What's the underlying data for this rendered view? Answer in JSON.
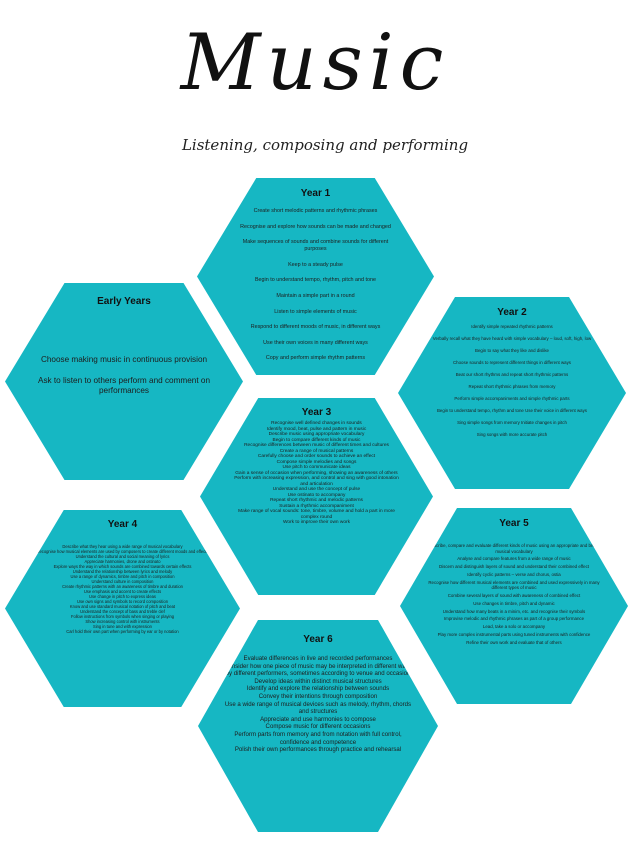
{
  "header": {
    "title": "Music",
    "subtitle": "Listening, composing and performing"
  },
  "theme": {
    "hex_color": "#16b7c3"
  },
  "year1": {
    "heading": "Year 1",
    "items": [
      "Create short melodic patterns and rhythmic phrases",
      "Recognise and explore how sounds can be made and changed",
      "Make sequences of sounds and combine sounds for different purposes",
      "Keep to a steady pulse",
      "Begin to understand tempo, rhythm, pitch and tone",
      "Maintain a simple part in a round",
      "Listen to simple elements of music",
      "Respond to different moods of music, in different ways",
      "Use their own voices in many different ways",
      "Copy and perform simple rhythm patterns"
    ]
  },
  "early_years": {
    "heading": "Early Years",
    "items": [
      "Choose making music in continuous provision",
      "Ask to listen to others perform and comment on performances"
    ]
  },
  "year2": {
    "heading": "Year 2",
    "items": [
      "Identify simple repeated rhythmic patterns",
      "Verbally recall what they have heard with simple vocabulary – loud, soft, high, low",
      "Begin to say what they like and dislike",
      "Choose sounds to represent different things in different ways",
      "Beat our short rhythms and repeat short rhythmic patterns",
      "Repeat short rhythmic phrases from memory",
      "Perform simple accompaniments and simple rhythmic parts",
      "Begin to understand tempo, rhythm and tone Use their voice in different ways",
      "Sing simple songs from memory Initiate changes in pitch",
      "Sing songs with more accurate pitch"
    ]
  },
  "year3": {
    "heading": "Year 3",
    "items": [
      "Recognise well defined changes in sounds",
      "Identify mood, beat, pulse and pattern in music",
      "Describe music using appropriate vocabulary",
      "Begin to compare different kinds of music",
      "Recognise differences between music of different times and cultures",
      "Create a range of musical patterns",
      "Carefully choose and order sounds to achieve an effect",
      "Compose simple melodies and songs",
      "Use pitch to communicate ideas",
      "Gain a sense of occasion when performing, showing an awareness of others",
      "Perform with increasing expression, and control and sing with good intonation and articulation",
      "Understand and use the concept of pulse",
      "Use ostinato to accompany",
      "Repeat short rhythmic and melodic patterns",
      "Sustain a rhythmic accompaniment",
      "Make range of vocal sounds: tone, timbre, volume and hold a part in more complex round",
      "Work to improve their own work"
    ]
  },
  "year4": {
    "heading": "Year 4",
    "items": [
      "Describe what they hear using a wide range of musical vocabulary",
      "Recognise how musical elements are used by composers to create different moods and effects",
      "Understand the cultural and social meaning of lyrics",
      "Appreciate harmonies, drone and ostinato",
      "Explore ways the way in which sounds are combined towards certain effects",
      "Understand the relationship between lyrics and melody",
      "Use a range of dynamics, timbre and pitch in composition",
      "Understand culture in composition",
      "Create rhythmic patterns with an awareness of timbre and duration",
      "Use emphasis and accent to create effects",
      "Use change in pitch to express ideas",
      "Use own signs and symbols to record composition",
      "Know and use standard musical notation of pitch and beat",
      "Understand the concept of bass and treble clef",
      "Follow instructions from symbols when singing or playing",
      "Show increasing control with instruments",
      "Sing in tune and with expression",
      "Carl hold their own part when performing by ear or by notation"
    ]
  },
  "year5": {
    "heading": "Year 5",
    "items": [
      "Describe, compare and evaluate different kinds of music using an appropriate and broad musical vocabulary",
      "Analyse and compare features from a wide range of music",
      "Discern and distinguish layers of sound and understand their combined effect",
      "Identify cyclic patterns – verse and chorus, ostia",
      "Recognise how different musical elements are combined and used expressively in many different types of music",
      "Combine several layers of sound with awareness of combined effect",
      "Use changes in timbre, pitch and dynamic",
      "Understand how many beats in a minim, etc. and recognise their symbols",
      "Improvise melodic and rhythmic phrases as part of a group performance",
      "Lead, take a solo or accompany",
      "Play more complex instrumental parts using tuned instruments with confidence",
      "Refine their own work and evaluate that of others"
    ]
  },
  "year6": {
    "heading": "Year 6",
    "items": [
      "Evaluate differences in live and recorded performances",
      "Consider how one piece of music may be interpreted in different ways by different performers, sometimes according to venue and occasion",
      "Develop ideas within distinct musical structures",
      "Identify and explore the relationship between sounds",
      "Convey their intentions through composition",
      "Use a wide range of musical devices such as melody, rhythm, chords and structures",
      "Appreciate and use harmonies to compose",
      "Compose music for different occasions",
      "Perform parts from memory and from notation with full control, confidence and competence",
      "Polish their own performances through practice and rehearsal"
    ]
  }
}
